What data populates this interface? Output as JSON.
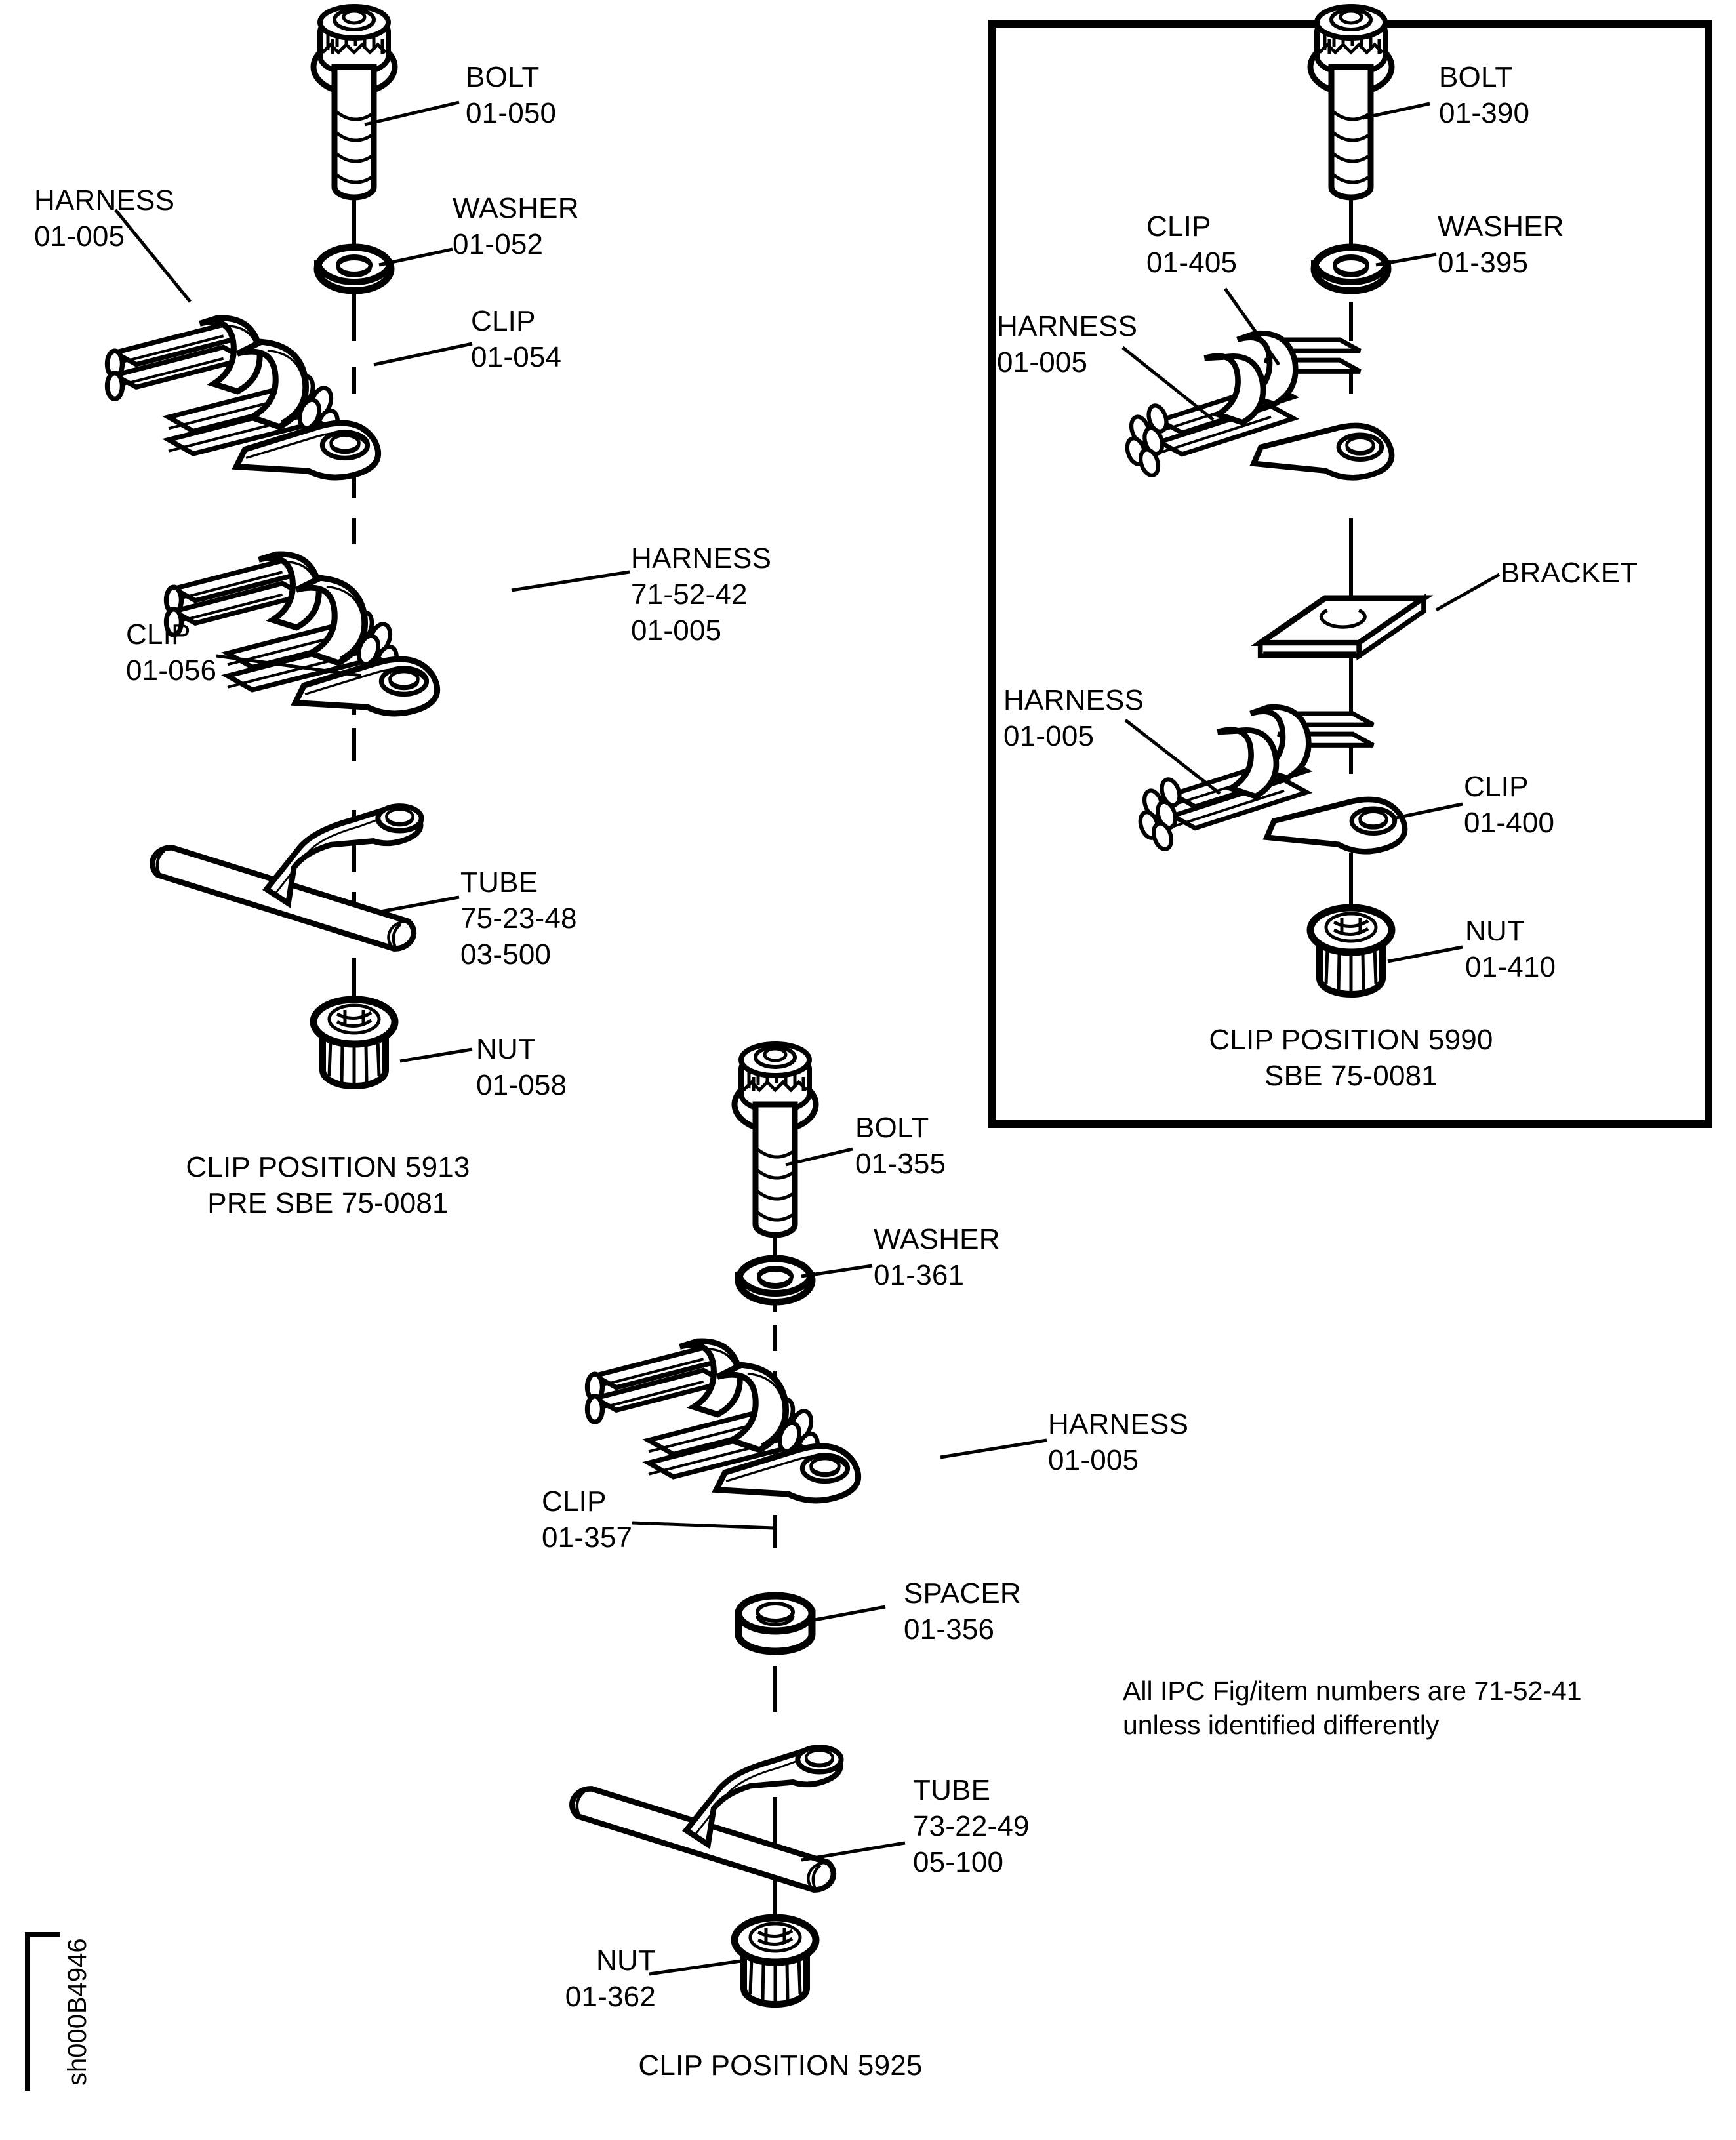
{
  "figure": {
    "sheet_code": "sh000B4946",
    "note": {
      "line1": "All IPC Fig/item numbers are 71-52-41",
      "line2": "unless identified differently"
    }
  },
  "assemblies": [
    {
      "id": "clip-position-5913",
      "caption": {
        "line1": "CLIP POSITION 5913",
        "line2": "PRE SBE 75-0081"
      },
      "parts": [
        {
          "name": "BOLT",
          "item": "01-050",
          "fig": ""
        },
        {
          "name": "WASHER",
          "item": "01-052",
          "fig": ""
        },
        {
          "name": "HARNESS",
          "item": "01-005",
          "fig": ""
        },
        {
          "name": "CLIP",
          "item": "01-054",
          "fig": ""
        },
        {
          "name": "CLIP",
          "item": "01-056",
          "fig": ""
        },
        {
          "name": "HARNESS",
          "item": "01-005",
          "fig": "71-52-42"
        },
        {
          "name": "TUBE",
          "item": "03-500",
          "fig": "75-23-48"
        },
        {
          "name": "NUT",
          "item": "01-058",
          "fig": ""
        }
      ]
    },
    {
      "id": "clip-position-5990",
      "boxed": true,
      "caption": {
        "line1": "CLIP POSITION 5990",
        "line2": "SBE 75-0081"
      },
      "parts": [
        {
          "name": "BOLT",
          "item": "01-390",
          "fig": ""
        },
        {
          "name": "WASHER",
          "item": "01-395",
          "fig": ""
        },
        {
          "name": "CLIP",
          "item": "01-405",
          "fig": ""
        },
        {
          "name": "HARNESS",
          "item": "01-005",
          "fig": ""
        },
        {
          "name": "BRACKET",
          "item": "",
          "fig": ""
        },
        {
          "name": "HARNESS",
          "item": "01-005",
          "fig": ""
        },
        {
          "name": "CLIP",
          "item": "01-400",
          "fig": ""
        },
        {
          "name": "NUT",
          "item": "01-410",
          "fig": ""
        }
      ]
    },
    {
      "id": "clip-position-5925",
      "caption": {
        "line1": "CLIP POSITION 5925",
        "line2": ""
      },
      "parts": [
        {
          "name": "BOLT",
          "item": "01-355",
          "fig": ""
        },
        {
          "name": "WASHER",
          "item": "01-361",
          "fig": ""
        },
        {
          "name": "CLIP",
          "item": "01-357",
          "fig": ""
        },
        {
          "name": "HARNESS",
          "item": "01-005",
          "fig": ""
        },
        {
          "name": "SPACER",
          "item": "01-356",
          "fig": ""
        },
        {
          "name": "TUBE",
          "item": "05-100",
          "fig": "73-22-49"
        },
        {
          "name": "NUT",
          "item": "01-362",
          "fig": ""
        }
      ]
    }
  ],
  "callouts": {
    "a_bolt_name": "BOLT",
    "a_bolt_item": "01-050",
    "a_washer_name": "WASHER",
    "a_washer_item": "01-052",
    "a_harness_name": "HARNESS",
    "a_harness_item": "01-005",
    "a_clip_name": "CLIP",
    "a_clip_item": "01-054",
    "a_clip2_name": "CLIP",
    "a_clip2_item": "01-056",
    "a_harness2_name": "HARNESS",
    "a_harness2_fig": "71-52-42",
    "a_harness2_item": "01-005",
    "a_tube_name": "TUBE",
    "a_tube_fig": "75-23-48",
    "a_tube_item": "03-500",
    "a_nut_name": "NUT",
    "a_nut_item": "01-058",
    "a_caption1": "CLIP POSITION 5913",
    "a_caption2": "PRE SBE 75-0081",
    "b_bolt_name": "BOLT",
    "b_bolt_item": "01-390",
    "b_washer_name": "WASHER",
    "b_washer_item": "01-395",
    "b_clip_name": "CLIP",
    "b_clip_item": "01-405",
    "b_harness_name": "HARNESS",
    "b_harness_item": "01-005",
    "b_bracket_name": "BRACKET",
    "b_harness2_name": "HARNESS",
    "b_harness2_item": "01-005",
    "b_clip2_name": "CLIP",
    "b_clip2_item": "01-400",
    "b_nut_name": "NUT",
    "b_nut_item": "01-410",
    "b_caption1": "CLIP POSITION 5990",
    "b_caption2": "SBE 75-0081",
    "c_bolt_name": "BOLT",
    "c_bolt_item": "01-355",
    "c_washer_name": "WASHER",
    "c_washer_item": "01-361",
    "c_clip_name": "CLIP",
    "c_clip_item": "01-357",
    "c_harness_name": "HARNESS",
    "c_harness_item": "01-005",
    "c_spacer_name": "SPACER",
    "c_spacer_item": "01-356",
    "c_tube_name": "TUBE",
    "c_tube_fig": "73-22-49",
    "c_tube_item": "05-100",
    "c_nut_name": "NUT",
    "c_nut_item": "01-362",
    "c_caption1": "CLIP POSITION 5925"
  },
  "colors": {
    "ink": "#000000",
    "paper": "#ffffff"
  }
}
